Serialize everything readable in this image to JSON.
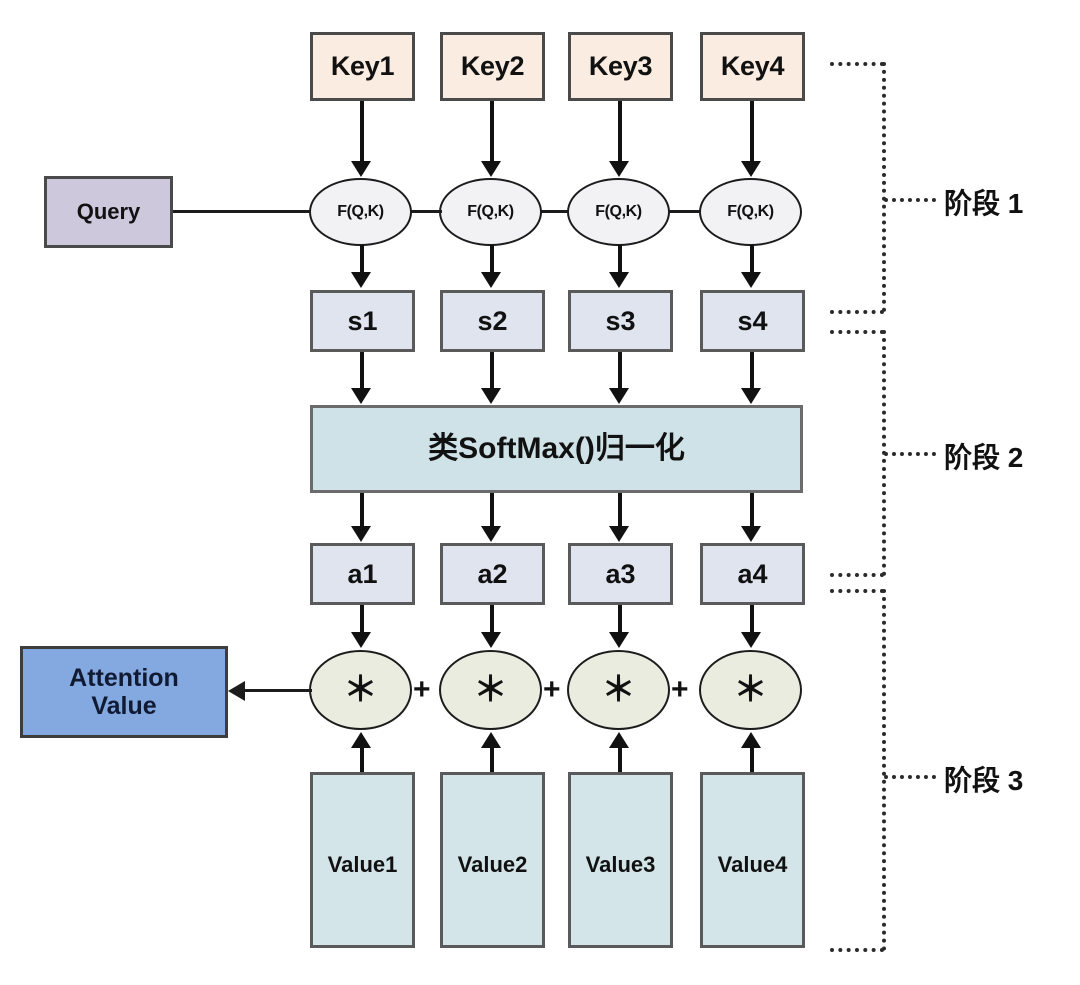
{
  "diagram": {
    "title": "Attention Mechanism Three-Stage Computation",
    "colors": {
      "key_fill": "#faece0",
      "query_fill": "#cdc8dc",
      "score_fill": "#dfe4ef",
      "softmax_fill": "#cfe2e8",
      "value_fill": "#d4e5ea",
      "multiply_fill": "#ebece0",
      "attention_fill": "#83a9e0",
      "stroke": "#4a4a4a",
      "line": "#111111"
    },
    "keys": [
      {
        "label": "Key1"
      },
      {
        "label": "Key2"
      },
      {
        "label": "Key3"
      },
      {
        "label": "Key4"
      }
    ],
    "query": {
      "label": "Query"
    },
    "functions": [
      {
        "label": "F(Q,K)"
      },
      {
        "label": "F(Q,K)"
      },
      {
        "label": "F(Q,K)"
      },
      {
        "label": "F(Q,K)"
      }
    ],
    "scores": [
      {
        "label": "s1"
      },
      {
        "label": "s2"
      },
      {
        "label": "s3"
      },
      {
        "label": "s4"
      }
    ],
    "softmax": {
      "label": "类SoftMax()归一化"
    },
    "weights": [
      {
        "label": "a1"
      },
      {
        "label": "a2"
      },
      {
        "label": "a3"
      },
      {
        "label": "a4"
      }
    ],
    "multipliers": [
      {
        "label": "＊"
      },
      {
        "label": "＊"
      },
      {
        "label": "＊"
      },
      {
        "label": "＊"
      }
    ],
    "plus_signs": [
      {
        "label": "+"
      },
      {
        "label": "+"
      },
      {
        "label": "+"
      }
    ],
    "values": [
      {
        "label": "Value1"
      },
      {
        "label": "Value2"
      },
      {
        "label": "Value3"
      },
      {
        "label": "Value4"
      }
    ],
    "attention_output": {
      "line1": "Attention",
      "line2": "Value"
    },
    "stages": [
      {
        "label": "阶段 1"
      },
      {
        "label": "阶段 2"
      },
      {
        "label": "阶段 3"
      }
    ]
  }
}
